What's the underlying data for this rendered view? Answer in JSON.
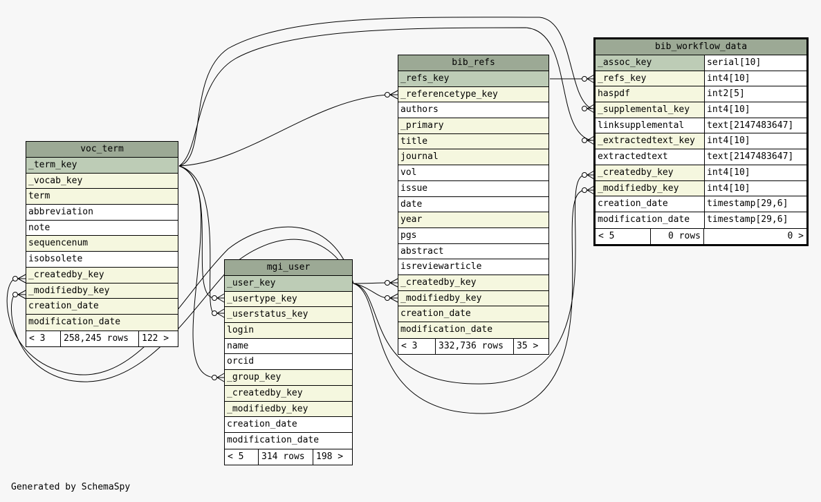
{
  "tables": {
    "voc_term": {
      "name": "voc_term",
      "columns": [
        {
          "name": "_term_key",
          "kind": "pk"
        },
        {
          "name": "_vocab_key",
          "kind": "fk"
        },
        {
          "name": "term",
          "kind": "fk"
        },
        {
          "name": "abbreviation",
          "kind": "plain"
        },
        {
          "name": "note",
          "kind": "plain"
        },
        {
          "name": "sequencenum",
          "kind": "fk"
        },
        {
          "name": "isobsolete",
          "kind": "plain"
        },
        {
          "name": "_createdby_key",
          "kind": "fk"
        },
        {
          "name": "_modifiedby_key",
          "kind": "fk"
        },
        {
          "name": "creation_date",
          "kind": "fk"
        },
        {
          "name": "modification_date",
          "kind": "fk"
        }
      ],
      "footer": {
        "parents": "< 3",
        "rows": "258,245 rows",
        "children": "122 >"
      }
    },
    "mgi_user": {
      "name": "mgi_user",
      "columns": [
        {
          "name": "_user_key",
          "kind": "pk"
        },
        {
          "name": "_usertype_key",
          "kind": "fk"
        },
        {
          "name": "_userstatus_key",
          "kind": "fk"
        },
        {
          "name": "login",
          "kind": "fk"
        },
        {
          "name": "name",
          "kind": "plain"
        },
        {
          "name": "orcid",
          "kind": "plain"
        },
        {
          "name": "_group_key",
          "kind": "fk"
        },
        {
          "name": "_createdby_key",
          "kind": "fk"
        },
        {
          "name": "_modifiedby_key",
          "kind": "fk"
        },
        {
          "name": "creation_date",
          "kind": "plain"
        },
        {
          "name": "modification_date",
          "kind": "plain"
        }
      ],
      "footer": {
        "parents": "< 5",
        "rows": "314 rows",
        "children": "198 >"
      }
    },
    "bib_refs": {
      "name": "bib_refs",
      "columns": [
        {
          "name": "_refs_key",
          "kind": "pk"
        },
        {
          "name": "_referencetype_key",
          "kind": "fk"
        },
        {
          "name": "authors",
          "kind": "plain"
        },
        {
          "name": "_primary",
          "kind": "fk"
        },
        {
          "name": "title",
          "kind": "fk"
        },
        {
          "name": "journal",
          "kind": "fk"
        },
        {
          "name": "vol",
          "kind": "plain"
        },
        {
          "name": "issue",
          "kind": "plain"
        },
        {
          "name": "date",
          "kind": "plain"
        },
        {
          "name": "year",
          "kind": "fk"
        },
        {
          "name": "pgs",
          "kind": "plain"
        },
        {
          "name": "abstract",
          "kind": "plain"
        },
        {
          "name": "isreviewarticle",
          "kind": "plain"
        },
        {
          "name": "_createdby_key",
          "kind": "fk"
        },
        {
          "name": "_modifiedby_key",
          "kind": "fk"
        },
        {
          "name": "creation_date",
          "kind": "fk"
        },
        {
          "name": "modification_date",
          "kind": "fk"
        }
      ],
      "footer": {
        "parents": "< 3",
        "rows": "332,736 rows",
        "children": "35 >"
      }
    },
    "bib_workflow_data": {
      "name": "bib_workflow_data",
      "columns": [
        {
          "name": "_assoc_key",
          "type": "serial[10]",
          "kind": "pk"
        },
        {
          "name": "_refs_key",
          "type": "int4[10]",
          "kind": "fk"
        },
        {
          "name": "haspdf",
          "type": "int2[5]",
          "kind": "fk"
        },
        {
          "name": "_supplemental_key",
          "type": "int4[10]",
          "kind": "fk"
        },
        {
          "name": "linksupplemental",
          "type": "text[2147483647]",
          "kind": "plain"
        },
        {
          "name": "_extractedtext_key",
          "type": "int4[10]",
          "kind": "fk"
        },
        {
          "name": "extractedtext",
          "type": "text[2147483647]",
          "kind": "plain"
        },
        {
          "name": "_createdby_key",
          "type": "int4[10]",
          "kind": "fk"
        },
        {
          "name": "_modifiedby_key",
          "type": "int4[10]",
          "kind": "fk"
        },
        {
          "name": "creation_date",
          "type": "timestamp[29,6]",
          "kind": "plain"
        },
        {
          "name": "modification_date",
          "type": "timestamp[29,6]",
          "kind": "plain"
        }
      ],
      "footer": {
        "parents": "< 5",
        "rows": "0 rows",
        "children": "0 >"
      }
    }
  },
  "generated_by": "Generated by SchemaSpy"
}
